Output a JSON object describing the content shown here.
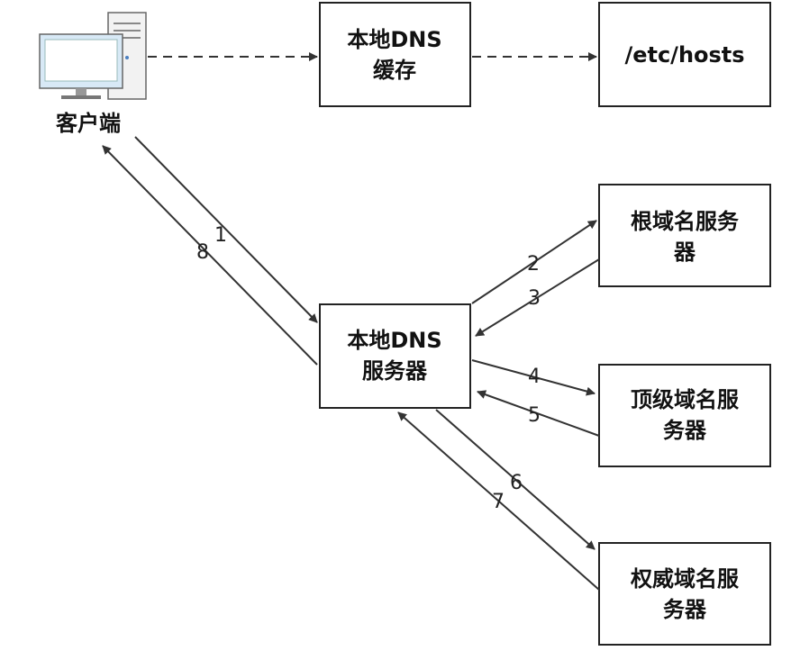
{
  "diagram": {
    "client": {
      "label": "客户端",
      "icon": "desktop-computer-icon"
    },
    "local_dns_cache": {
      "lines": [
        "本地DNS",
        "缓存"
      ]
    },
    "hosts_file": {
      "lines": [
        "/etc/hosts"
      ]
    },
    "local_dns_server": {
      "lines": [
        "本地DNS",
        "服务器"
      ]
    },
    "root_server": {
      "lines": [
        "根域名服务",
        "器"
      ]
    },
    "tld_server": {
      "lines": [
        "顶级域名服",
        "务器"
      ]
    },
    "auth_server": {
      "lines": [
        "权威域名服",
        "务器"
      ]
    },
    "steps": [
      "1",
      "2",
      "3",
      "4",
      "5",
      "6",
      "7",
      "8"
    ],
    "colors": {
      "box_stroke": "#222222",
      "arrow": "#333333",
      "monitor": "#d8e9f6"
    }
  }
}
